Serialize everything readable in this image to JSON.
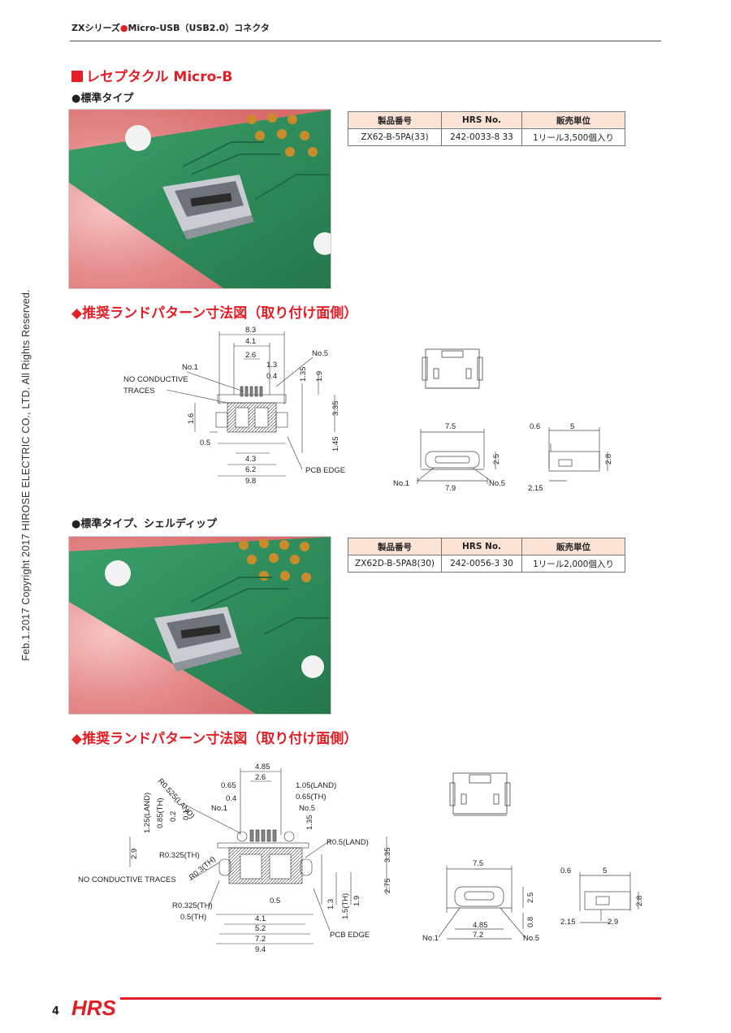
{
  "header": {
    "series": "ZXシリーズ",
    "dot": "●",
    "title": "Micro-USB（USB2.0）コネクタ"
  },
  "side_note": "Feb.1.2017  Copyright 2017 HIROSE ELECTRIC CO., LTD. All Rights Reserved.",
  "section": {
    "title": "レセプタクル Micro-B"
  },
  "products": [
    {
      "subtitle": "●標準タイプ",
      "land_title": "◆推奨ランドパターン寸法図（取り付け面側）",
      "table": {
        "headers": [
          "製品番号",
          "HRS No.",
          "販売単位"
        ],
        "row": [
          "ZX62-B-5PA(33)",
          "242-0033-8 33",
          "1リール3,500個入り"
        ]
      },
      "land_labels": {
        "no1": "No.1",
        "no5": "No.5",
        "nct": "NO CONDUCTIVE",
        "traces": "TRACES",
        "pcb": "PCB EDGE",
        "d83": "8.3",
        "d41": "4.1",
        "d26": "2.6",
        "d13": "1.3",
        "d04": "0.4",
        "d135": "1.35",
        "d19": "1.9",
        "d335": "3.35",
        "d16": "1.6",
        "d05": "0.5",
        "d145": "1.45",
        "d43": "4.3",
        "d62": "6.2",
        "d98": "9.8"
      },
      "side_labels": {
        "w75": "7.5",
        "w79": "7.9",
        "h25": "2.5",
        "no1": "No.1",
        "no5": "No.5",
        "t06": "0.6",
        "t5": "5",
        "t28": "2.8",
        "t215": "2.15"
      }
    },
    {
      "subtitle": "●標準タイプ、シェルディップ",
      "land_title": "◆推奨ランドパターン寸法図（取り付け面側）",
      "table": {
        "headers": [
          "製品番号",
          "HRS No.",
          "販売単位"
        ],
        "row": [
          "ZX62D-B-5PA8(30)",
          "242-0056-3 30",
          "1リール2,000個入り"
        ]
      },
      "land_labels": {
        "d485": "4.85",
        "d26": "2.6",
        "d065": "0.65",
        "d04": "0.4",
        "d105l": "1.05(LAND)",
        "d065th": "0.65(TH)",
        "r0525": "R0.525(LAND)",
        "d125l": "1.25(LAND)",
        "d085th": "0.85(TH)",
        "d02": "0.2",
        "d01": "0.1",
        "no1": "No.1",
        "no5": "No.5",
        "d135": "1.35",
        "d29": "2.9",
        "r0325th": "R0.325(TH)",
        "r05l": "R0.5(LAND)",
        "d335": "3.35",
        "nct": "NO CONDUCTIVE TRACES",
        "r03th": "R0.3(TH)",
        "d275": "2.75",
        "d05": "0.5",
        "r0325th2": "R0.325(TH)",
        "d05th": "0.5(TH)",
        "d13": "1.3",
        "d15th": "1.5(TH)",
        "d19": "1.9",
        "d41": "4.1",
        "d52": "5.2",
        "d72": "7.2",
        "d94": "9.4",
        "pcb": "PCB EDGE"
      },
      "side_labels": {
        "w75": "7.5",
        "w485": "4.85",
        "w72": "7.2",
        "h25": "2.5",
        "h08": "0.8",
        "no1": "No.1",
        "no5": "No.5",
        "t06": "0.6",
        "t5": "5",
        "t28": "2.8",
        "t215": "2.15",
        "t29": "2.9"
      }
    }
  ],
  "footer": {
    "page": "4",
    "logo": "HRS"
  },
  "colors": {
    "accent": "#e21f26",
    "table_header": "#fbe3d6",
    "pcb_green": "#2e8f5a",
    "hatch": "#555555"
  }
}
